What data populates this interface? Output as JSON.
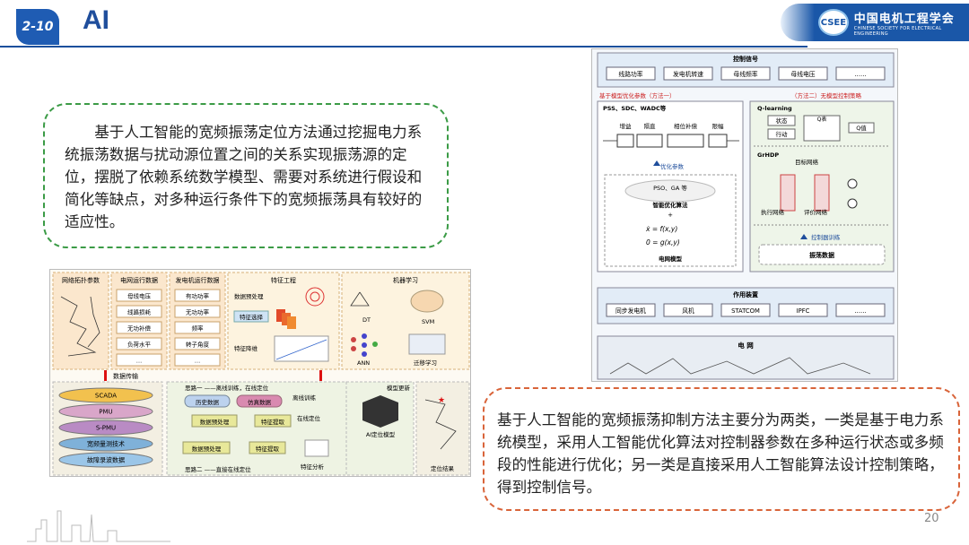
{
  "header": {
    "tag": "2-10",
    "title": "AI",
    "logo_text": "中国电机工程学会",
    "logo_en": "CHINESE SOCIETY FOR ELECTRICAL ENGINEERING",
    "logo_mark": "CSEE"
  },
  "box1": {
    "text": "基于人工智能的宽频振荡定位方法通过挖掘电力系统振荡数据与扰动源位置之间的关系实现振荡源的定位，摆脱了依赖系统数学模型、需要对系统进行假设和简化等缺点，对多种运行条件下的宽频振荡具有较好的适应性。"
  },
  "box2": {
    "text": "基于人工智能的宽频振荡抑制方法主要分为两类，一类是基于电力系统模型，采用人工智能优化算法对控制器参数在多种运行状态或多频段的性能进行优化；另一类是直接采用人工智能算法设计控制策略，得到控制信号。"
  },
  "page_number": "20",
  "fig1": {
    "col1_title": "网络拓扑参数",
    "col2_title": "电网运行数据",
    "col2_items": [
      "母线电压",
      "线路损耗",
      "无功补偿",
      "负荷水平",
      "…"
    ],
    "col3_title": "发电机运行数据",
    "col3_items": [
      "有功功率",
      "无功功率",
      "频率",
      "转子角度",
      "…"
    ],
    "feature_title": "特征工程",
    "feature_items": [
      "数据预处理",
      "特征选择",
      "特征降维"
    ],
    "ml_title": "机器学习",
    "ml_items": [
      "DT",
      "SVM",
      "ANN",
      "迁移学习"
    ],
    "transfer_label": "数据传输",
    "db_layers": [
      "SCADA",
      "PMU",
      "S-PMU",
      "宽频量测技术",
      "故障录波数据"
    ],
    "path1_title": "思路一 ——离线训练，在线定位",
    "history": "历史数据",
    "sim": "仿真数据",
    "offline": "离线训练",
    "online": "在线定位",
    "model_update": "模型更新",
    "ai_model": "AI定位模型",
    "pre1": "数据预处理",
    "feat1": "特征提取",
    "pre2": "数据预处理",
    "feat2": "特征提取",
    "feat_analysis": "特征分析",
    "path2_title": "思路二 ——直接在线定位",
    "result": "定位结果"
  },
  "fig2": {
    "signal_title": "控制信号",
    "signals": [
      "线路功率",
      "发电机转速",
      "母线频率",
      "母线电压",
      "……"
    ],
    "method1": "基于模型优化参数（方法一）",
    "method2": "（方法二）无模型控制策略",
    "pss": "PSS、SDC、WADC等",
    "blocks": [
      "增益",
      "隔直",
      "相位补偿",
      "限幅"
    ],
    "opt_params": "优化参数",
    "pso": "PSO、GA 等",
    "smart_opt": "智能优化算法",
    "plus": "+",
    "eq1": "ẋ = f(x,y)",
    "eq2": "0 = g(x,y)",
    "grid_model": "电网模型",
    "qlearn": "Q-learning",
    "state": "状态",
    "action": "行动",
    "qtable": "Q表",
    "qval": "Q值",
    "ghdp": "GrHDP",
    "target_net": "目标网络",
    "exec_net": "执行网络",
    "eval_net": "评价网络",
    "ctrl_train": "控制器训练",
    "osc_data": "振荡数据",
    "act_title": "作用装置",
    "devices": [
      "同步发电机",
      "风机",
      "STATCOM",
      "IPFC",
      "……"
    ],
    "grid": "电 网"
  }
}
